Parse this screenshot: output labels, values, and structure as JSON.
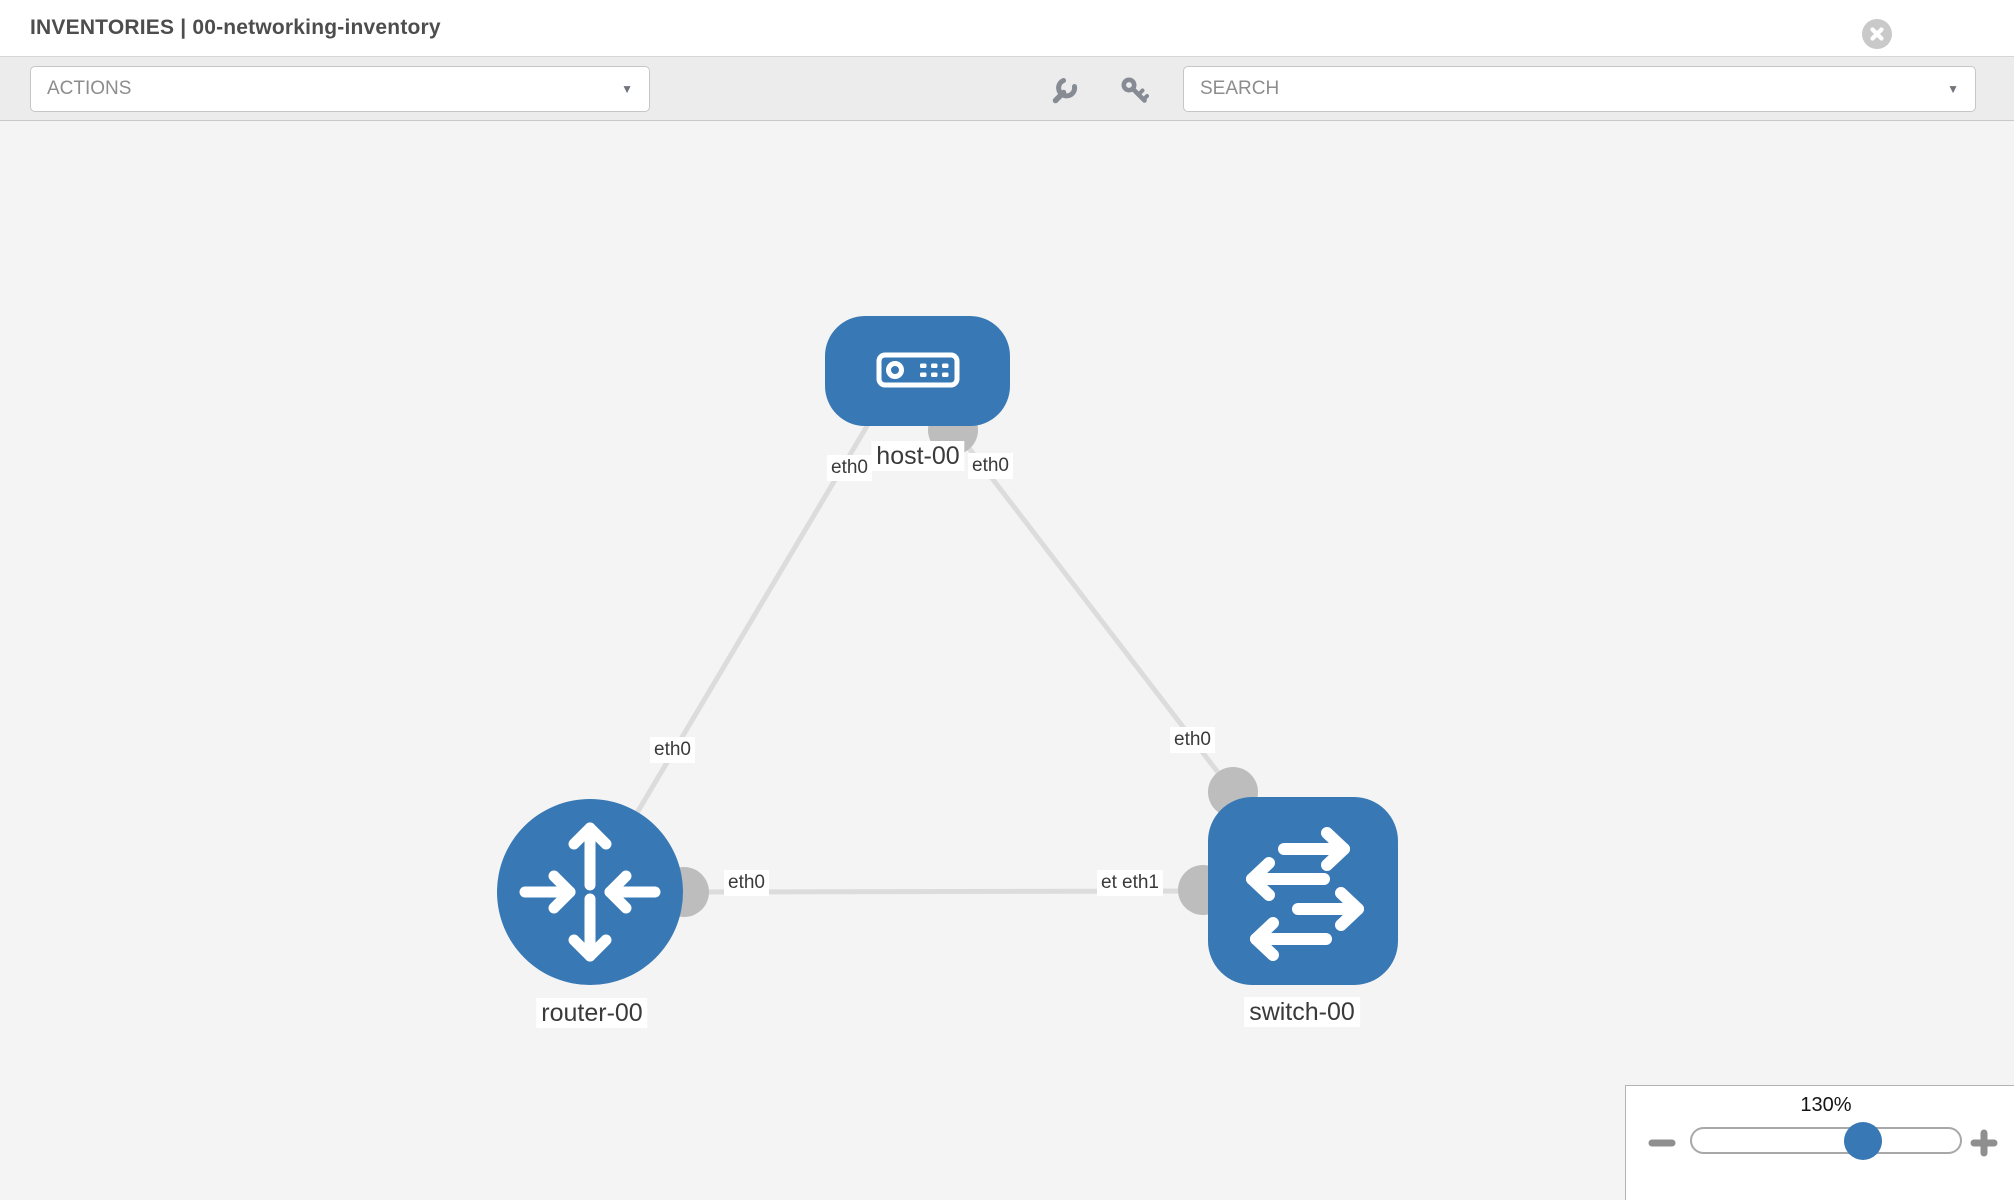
{
  "header": {
    "title": "INVENTORIES | 00-networking-inventory"
  },
  "toolbar": {
    "actions_label": "ACTIONS",
    "search_placeholder": "SEARCH",
    "caret_glyph": "▼",
    "icon_buttons": [
      "wrench",
      "key"
    ]
  },
  "diagram": {
    "nodes": {
      "host": {
        "label": "host-00",
        "type": "host"
      },
      "router": {
        "label": "router-00",
        "type": "router"
      },
      "switch": {
        "label": "switch-00",
        "type": "switch"
      }
    },
    "links": [
      {
        "from": "router-00",
        "from_interface": "eth0",
        "to": "host-00",
        "to_interface": "eth0"
      },
      {
        "from": "host-00",
        "from_interface": "eth0",
        "to": "switch-00",
        "to_interface": "eth0"
      },
      {
        "from": "router-00",
        "from_interface": "eth0",
        "to": "switch-00",
        "to_interface": "eth1"
      }
    ],
    "overlapped_label": "eth0"
  },
  "zoom_control": {
    "level": "130%",
    "zoom_out_icon": "minus",
    "zoom_in_icon": "plus"
  },
  "colors": {
    "node_blue": "#3778b5",
    "link_gray": "#dcdcdc",
    "port_gray": "#bdbdbd",
    "canvas_bg": "#f4f4f4",
    "toolbar_bg": "#ececec"
  }
}
